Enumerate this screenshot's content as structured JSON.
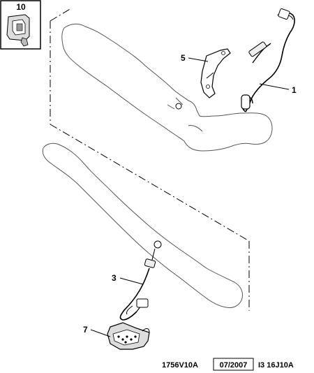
{
  "callouts": [
    {
      "id": "10",
      "text": "10"
    },
    {
      "id": "5",
      "text": "5"
    },
    {
      "id": "1",
      "text": "1"
    },
    {
      "id": "3",
      "text": "3"
    },
    {
      "id": "7",
      "text": "7"
    }
  ],
  "footer": {
    "code": "1756V10A",
    "date": "07/2007",
    "ref": "I3 16J10A"
  },
  "colors": {
    "ink": "#000000",
    "outline": "#555555",
    "background": "#ffffff"
  }
}
